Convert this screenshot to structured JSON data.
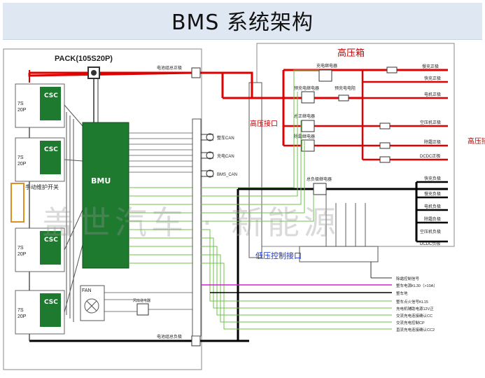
{
  "title": "BMS 系统架构",
  "pack": {
    "title": "PACK(105S20P)",
    "bmu_label": "BMU",
    "fan_label": "FAN",
    "disconnect_label": "手动维护开关",
    "bus_pos_label": "电池组总正极",
    "bus_neg_label": "电池组总负极",
    "fan_relay_label": "风扇继电器",
    "csc_modules": [
      {
        "label": "CSC",
        "spec": "7S\n20P"
      },
      {
        "label": "CSC",
        "spec": "7S\n20P"
      },
      {
        "label": "CSC",
        "spec": "7S\n20P"
      },
      {
        "label": "CSC",
        "spec": "7S\n20P"
      }
    ]
  },
  "can": {
    "full": "整车CAN",
    "charge": "充电CAN",
    "bms": "BMS_CAN"
  },
  "hv_box": {
    "title": "高压箱",
    "left_port": "高压接口",
    "right_port": "高压接口",
    "lv_port": "低压控制接口",
    "relays": [
      "充电继电器",
      "预充电继电器",
      "总正继电器",
      "除霜继电器",
      "总负极继电器"
    ],
    "precharge_resistor": "预充电电阻",
    "outputs_pos": [
      "慢充正极",
      "快充正极",
      "电机正极",
      "空压机正极",
      "除霜正极",
      "DCDC正极"
    ],
    "outputs_neg": [
      "快充负极",
      "慢充负极",
      "电机负极",
      "除霜负极",
      "空压机负极",
      "DCDC负极"
    ]
  },
  "signals": [
    "除霜控制信号",
    "整车电源KL30（>10A）",
    "整车地",
    "整车点火信号KL15",
    "充电机辅助电源12V正",
    "交流充电连接确认CC",
    "交流充电控制CP",
    "直流充电连接确认CC2"
  ],
  "watermark": "盖世汽车 · 新能源",
  "colors": {
    "hv_pos": "#e00000",
    "hv_neg": "#000000",
    "bmu": "#1e7a2e",
    "lv": "#6cc24a",
    "signal": "#d020d0",
    "title_bg": "#dfe8f2"
  }
}
